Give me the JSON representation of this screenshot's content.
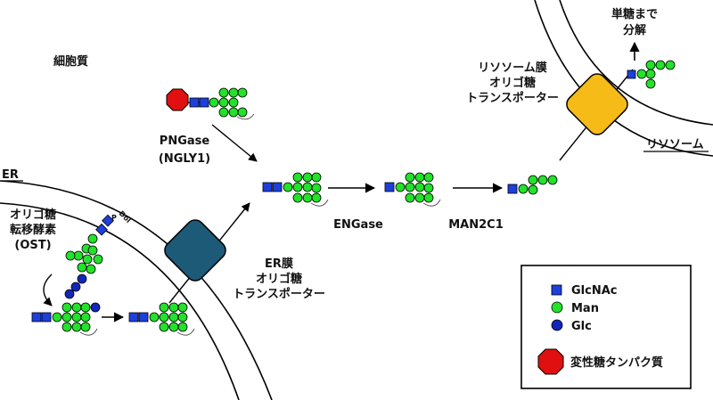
{
  "labels": {
    "cytosol": "細胞質",
    "er": "ER",
    "ost_line1": "オリゴ糖",
    "ost_line2": "転移酵素",
    "ost_line3": "(OST)",
    "dol": "Dol",
    "p": "P",
    "pngase_line1": "PNGase",
    "pngase_line2": "(NGLY1)",
    "engase": "ENGase",
    "man2c1": "MAN2C1",
    "er_transporter_line1": "ER膜",
    "er_transporter_line2": "オリゴ糖",
    "er_transporter_line3": "トランスポーター",
    "lyso_transporter_line1": "リソソーム膜",
    "lyso_transporter_line2": "オリゴ糖",
    "lyso_transporter_line3": "トランスポーター",
    "lysosome": "リソソーム",
    "degrade_line1": "単糖まで",
    "degrade_line2": "分解"
  },
  "legend": {
    "glcnac": "GlcNAc",
    "man": "Man",
    "glc": "Glc",
    "misfolded": "変性糖タンパク質"
  },
  "colors": {
    "glcnac": "#1d3fdc",
    "man": "#22e22a",
    "glc": "#1227b8",
    "protein": "#e01010",
    "er_transporter": "#1d5a78",
    "lyso_transporter": "#f7bb18"
  }
}
